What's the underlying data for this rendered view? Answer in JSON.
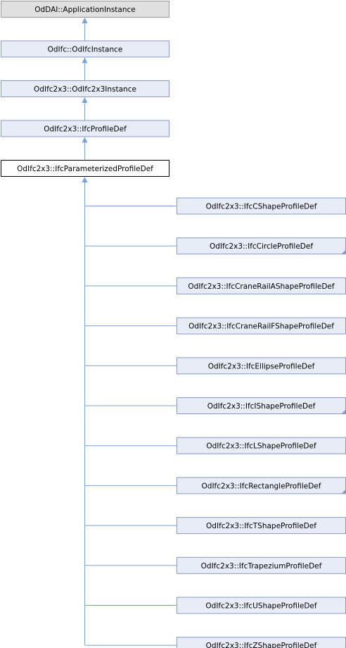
{
  "diagram": {
    "chain": [
      {
        "id": "application-instance",
        "label": "OdDAI::ApplicationInstance",
        "style": "root"
      },
      {
        "id": "odifc-instance",
        "label": "OdIfc::OdIfcInstance",
        "style": "normal"
      },
      {
        "id": "odifc2x3-instance",
        "label": "OdIfc2x3::OdIfc2x3Instance",
        "style": "normal"
      },
      {
        "id": "ifc-profile-def",
        "label": "OdIfc2x3::IfcProfileDef",
        "style": "normal"
      },
      {
        "id": "ifc-parameterized-profile-def",
        "label": "OdIfc2x3::IfcParameterizedProfileDef",
        "style": "current"
      }
    ],
    "children": [
      {
        "id": "ifc-c-shape-profile-def",
        "label": "OdIfc2x3::IfcCShapeProfileDef",
        "has_more": false
      },
      {
        "id": "ifc-circle-profile-def",
        "label": "OdIfc2x3::IfcCircleProfileDef",
        "has_more": true
      },
      {
        "id": "ifc-crane-rail-a-shape-profile-def",
        "label": "OdIfc2x3::IfcCraneRailAShapeProfileDef",
        "has_more": false
      },
      {
        "id": "ifc-crane-rail-f-shape-profile-def",
        "label": "OdIfc2x3::IfcCraneRailFShapeProfileDef",
        "has_more": false
      },
      {
        "id": "ifc-ellipse-profile-def",
        "label": "OdIfc2x3::IfcEllipseProfileDef",
        "has_more": false
      },
      {
        "id": "ifc-i-shape-profile-def",
        "label": "OdIfc2x3::IfcIShapeProfileDef",
        "has_more": true
      },
      {
        "id": "ifc-l-shape-profile-def",
        "label": "OdIfc2x3::IfcLShapeProfileDef",
        "has_more": false
      },
      {
        "id": "ifc-rectangle-profile-def",
        "label": "OdIfc2x3::IfcRectangleProfileDef",
        "has_more": true
      },
      {
        "id": "ifc-t-shape-profile-def",
        "label": "OdIfc2x3::IfcTShapeProfileDef",
        "has_more": false
      },
      {
        "id": "ifc-trapezium-profile-def",
        "label": "OdIfc2x3::IfcTrapeziumProfileDef",
        "has_more": false
      },
      {
        "id": "ifc-u-shape-profile-def",
        "label": "OdIfc2x3::IfcUShapeProfileDef",
        "has_more": false
      },
      {
        "id": "ifc-z-shape-profile-def",
        "label": "OdIfc2x3::IfcZShapeProfileDef",
        "has_more": false
      }
    ]
  },
  "colors": {
    "node_fill": "#e7ecf6",
    "node_border": "#8799c6",
    "root_fill": "#e0e0e0",
    "root_border": "#999999",
    "current_fill": "#ffffff",
    "current_border": "#000000",
    "edge": "#7aa3d4"
  }
}
